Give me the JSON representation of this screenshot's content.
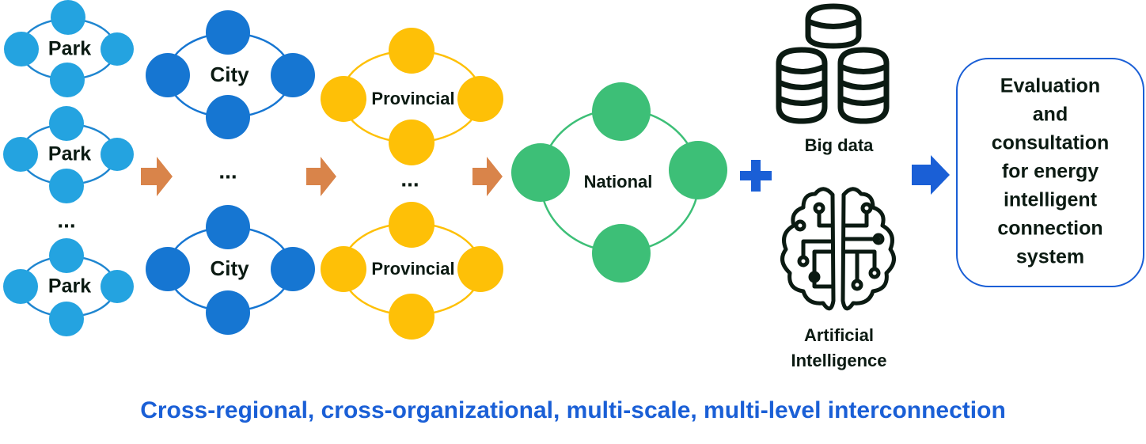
{
  "nodes": {
    "park": [
      "Park",
      "Park",
      "Park"
    ],
    "city": [
      "City",
      "City"
    ],
    "provincial": [
      "Provincial",
      "Provincial"
    ],
    "national": "National",
    "ellipsis": "..."
  },
  "resources": {
    "big_data": "Big data",
    "ai_line1": "Artificial",
    "ai_line2": "Intelligence"
  },
  "result_box": {
    "lines": [
      "Evaluation",
      "and",
      "consultation",
      "for energy",
      "intelligent",
      "connection",
      "system"
    ]
  },
  "caption": "Cross-regional, cross-organizational, multi-scale, multi-level interconnection",
  "colors": {
    "park": "#24a3e0",
    "city": "#1676d2",
    "provincial": "#fec007",
    "national": "#3dbf77",
    "arrow_orange": "#d9844a",
    "arrow_blue": "#1a5fd6",
    "caption": "#1a5fd6"
  }
}
